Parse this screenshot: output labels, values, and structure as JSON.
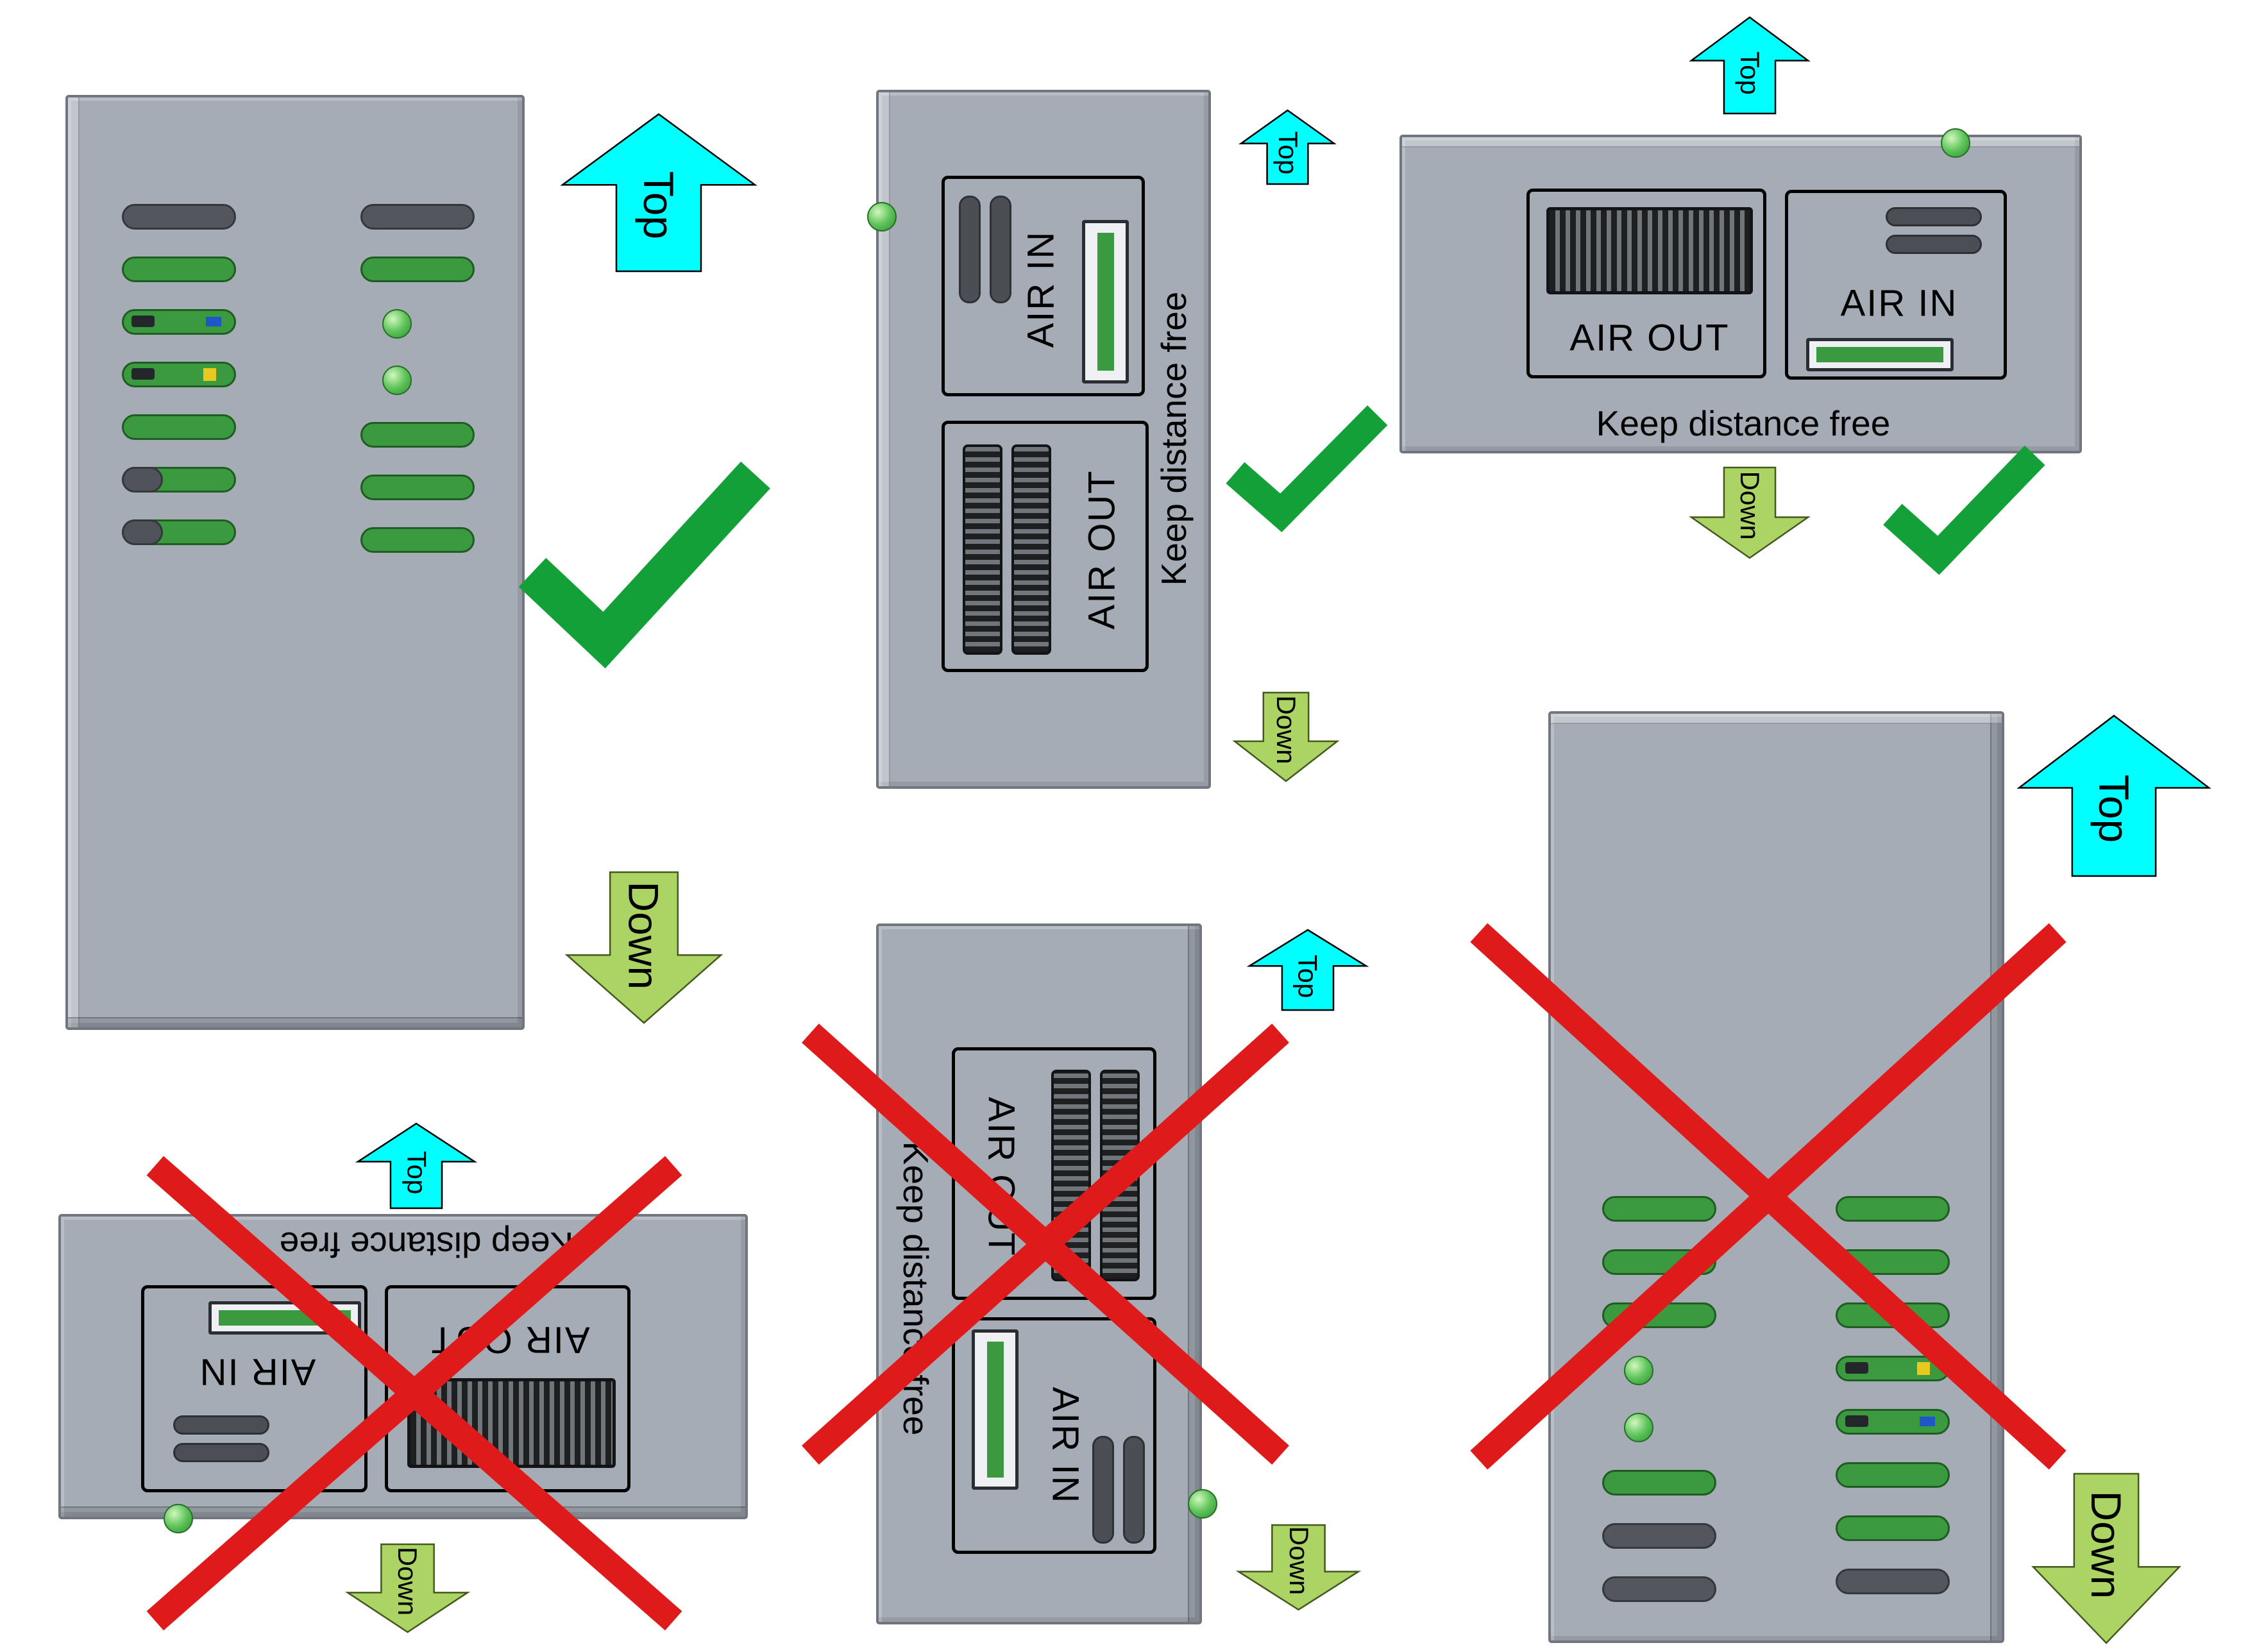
{
  "diagram": {
    "type": "installation-orientation-guide",
    "labels": {
      "top": "Top",
      "down": "Down",
      "air_in": "AIR IN",
      "air_out": "AIR OUT",
      "keep_distance_free": "Keep distance free"
    },
    "panels": [
      {
        "id": "front-view-upright",
        "verdict": "correct",
        "marker": "checkmark-icon"
      },
      {
        "id": "side-view-upright",
        "verdict": "correct",
        "marker": "checkmark-icon"
      },
      {
        "id": "horizontal-flat",
        "verdict": "correct",
        "marker": "checkmark-icon"
      },
      {
        "id": "horizontal-flat-flipped",
        "verdict": "incorrect",
        "marker": "cross-icon"
      },
      {
        "id": "side-view-inverted",
        "verdict": "incorrect",
        "marker": "cross-icon"
      },
      {
        "id": "front-view-inverted",
        "verdict": "incorrect",
        "marker": "cross-icon"
      }
    ],
    "vents": {
      "upright_left": [
        "dark",
        "green",
        "pcb-blue",
        "pcb-yellow",
        "green",
        "pcb-dark",
        "pcb-dark"
      ],
      "upright_right": [
        "dark",
        "green",
        "led",
        "led",
        "green",
        "green",
        "green"
      ],
      "inverted_left": [
        "green",
        "green",
        "green",
        "led",
        "led",
        "green",
        "dark",
        "dark"
      ],
      "inverted_right": [
        "green",
        "green",
        "green",
        "pcb-yellow",
        "pcb-blue",
        "green",
        "green",
        "dark"
      ]
    }
  },
  "colors": {
    "page_bg": "#ffffff",
    "device_body": "#a6acb6",
    "device_border": "#70757e",
    "box_border": "#000000",
    "vent_dark": "#53575d",
    "vent_dark_border": "#34383c",
    "pcb_green": "#3b9a3f",
    "pcb_green_border": "#1f5c21",
    "led_green": "#5ec45a",
    "grille_dark": "#1d1f21",
    "grille_light": "#71767c",
    "filter_bg": "#eef0f3",
    "filter_border": "#2a2d31",
    "check_green": "#14a038",
    "cross_red": "#df1a1a",
    "arrow_cyan": "#00ffff",
    "arrow_cyan_border": "#000000",
    "arrow_green": "#abd465",
    "arrow_green_border": "#44591c",
    "label_text": "#000000"
  }
}
